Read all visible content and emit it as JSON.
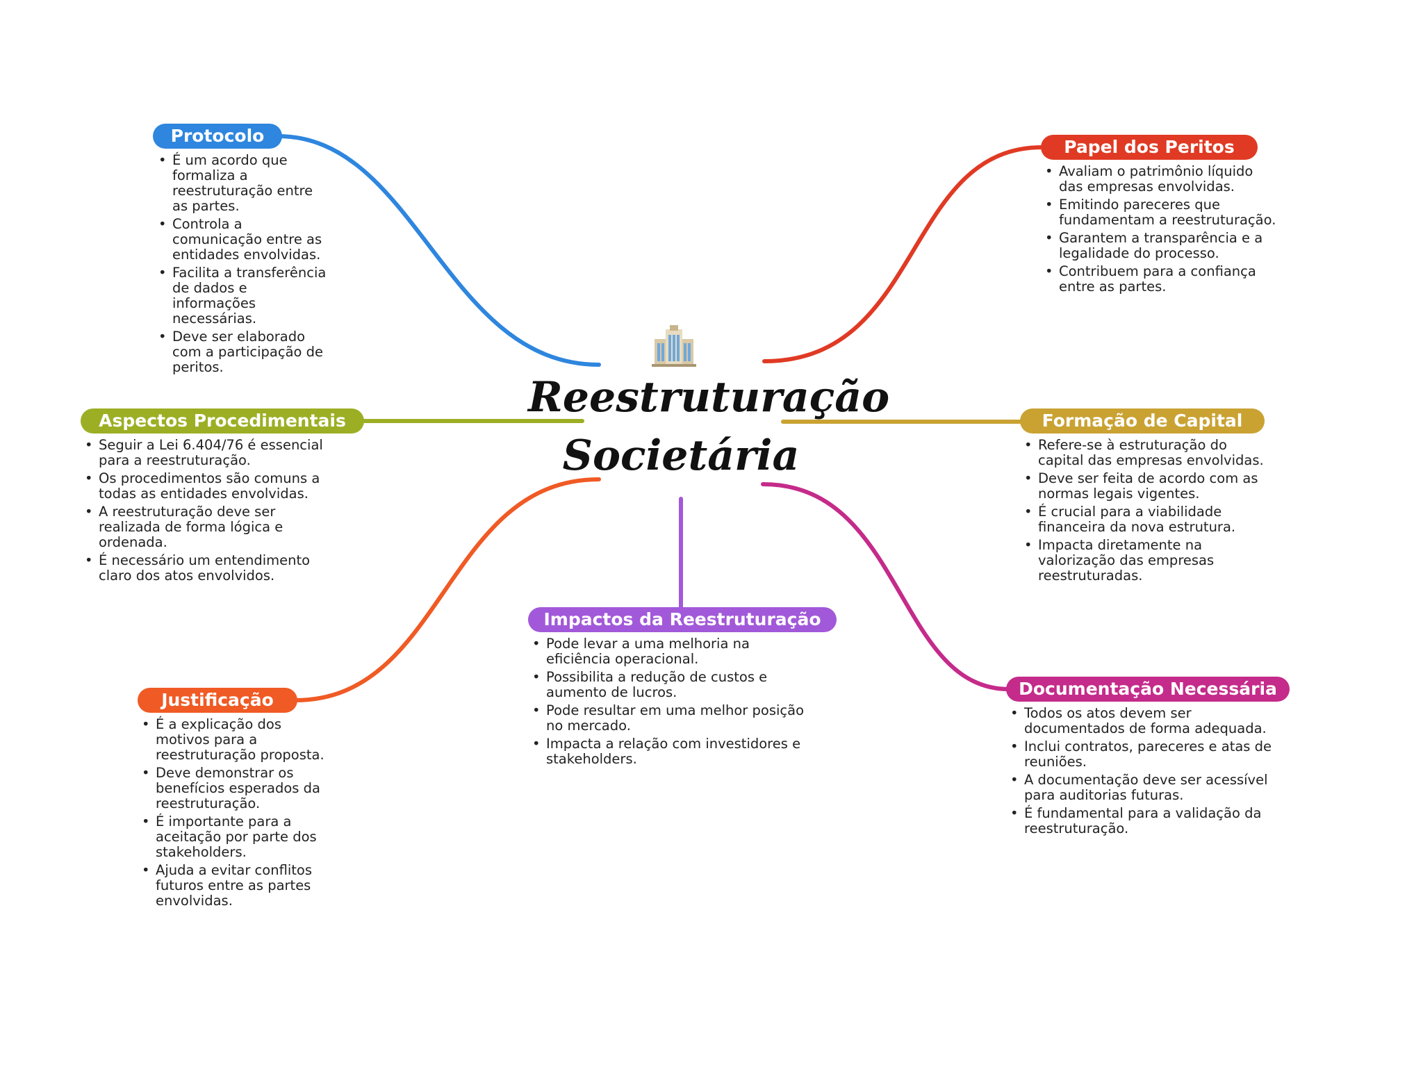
{
  "title": {
    "line1": "Reestruturação",
    "line2": "Societária"
  },
  "center_icon": "bank-building-icon",
  "branches": [
    {
      "id": "protocolo",
      "title": "Protocolo",
      "color": "#2E86DE",
      "bullets": [
        "É um acordo que formaliza a reestruturação entre as partes.",
        "Controla a comunicação entre as entidades envolvidas.",
        "Facilita a transferência de dados e informações necessárias.",
        "Deve ser elaborado com a participação de peritos."
      ]
    },
    {
      "id": "aspectos",
      "title": "Aspectos Procedimentais",
      "color": "#9CAF24",
      "bullets": [
        "Seguir a Lei 6.404/76 é essencial para a reestruturação.",
        "Os procedimentos são comuns a todas as entidades envolvidas.",
        "A reestruturação deve ser realizada de forma lógica e ordenada.",
        "É necessário um entendimento claro dos atos envolvidos."
      ]
    },
    {
      "id": "justificacao",
      "title": "Justificação",
      "color": "#F05A24",
      "bullets": [
        "É a explicação dos motivos para a reestruturação proposta.",
        "Deve demonstrar os benefícios esperados da reestruturação.",
        "É importante para a aceitação por parte dos stakeholders.",
        "Ajuda a evitar conflitos futuros entre as partes envolvidas."
      ]
    },
    {
      "id": "impactos",
      "title": "Impactos da Reestruturação",
      "color": "#A259D9",
      "bullets": [
        "Pode levar a uma melhoria na eficiência operacional.",
        "Possibilita a redução de custos e aumento de lucros.",
        "Pode resultar em uma melhor posição no mercado.",
        "Impacta a relação com investidores e stakeholders."
      ]
    },
    {
      "id": "documentacao",
      "title": "Documentação Necessária",
      "color": "#C42B8A",
      "bullets": [
        "Todos os atos devem ser documentados de forma adequada.",
        "Inclui contratos, pareceres e atas de reuniões.",
        "A documentação deve ser acessível para auditorias futuras.",
        "É fundamental para a validação da reestruturação."
      ]
    },
    {
      "id": "formacao",
      "title": "Formação de Capital",
      "color": "#C9A232",
      "bullets": [
        "Refere-se à estruturação do capital das empresas envolvidas.",
        "Deve ser feita de acordo com as normas legais vigentes.",
        "É crucial para a viabilidade financeira da nova estrutura.",
        "Impacta diretamente na valorização das empresas reestruturadas."
      ]
    },
    {
      "id": "peritos",
      "title": "Papel dos Peritos",
      "color": "#E03A24",
      "bullets": [
        "Avaliam o patrimônio líquido das empresas envolvidas.",
        "Emitindo pareceres que fundamentam a reestruturação.",
        "Garantem a transparência e a legalidade do processo.",
        "Contribuem para a confiança entre as partes."
      ]
    }
  ]
}
